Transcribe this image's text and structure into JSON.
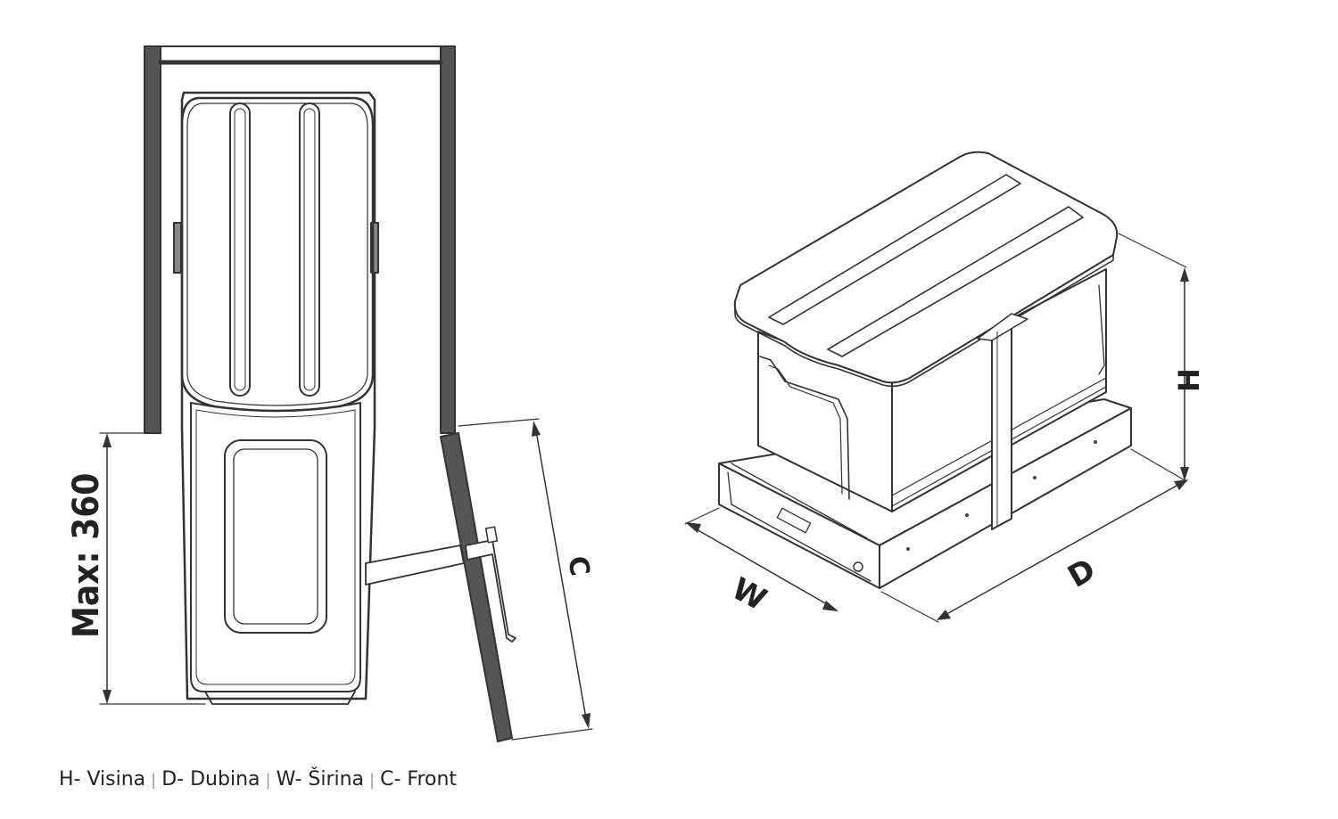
{
  "labels": {
    "max_height": "Max: 360",
    "c": "C",
    "h": "H",
    "d": "D",
    "w": "W"
  },
  "legend": [
    {
      "text": "H- Visina"
    },
    {
      "text": "D- Dubina"
    },
    {
      "text": "W- Širina"
    },
    {
      "text": "C- Front"
    }
  ],
  "legend_separator": "|"
}
